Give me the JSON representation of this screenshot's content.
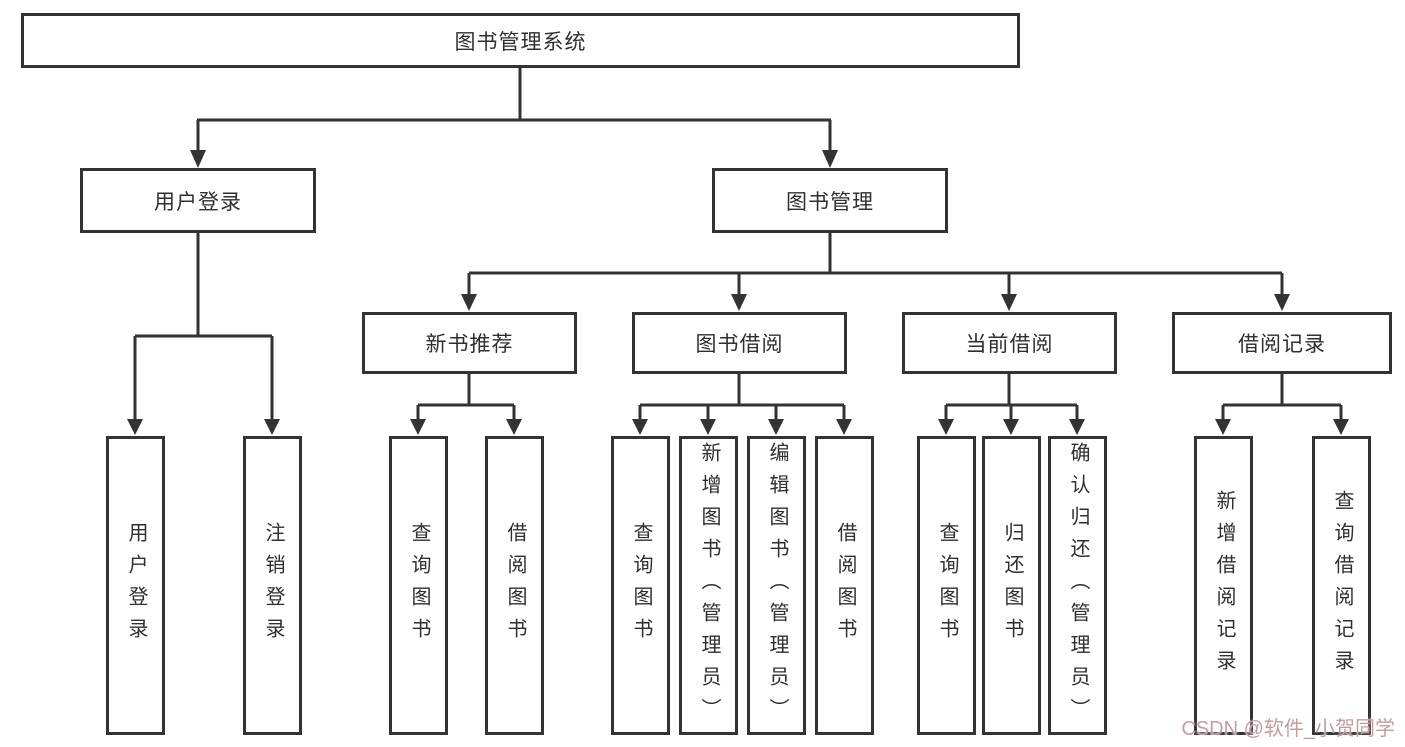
{
  "colors": {
    "line": "#333333",
    "text": "#2f2f2f",
    "box_background": "#ffffff",
    "watermark": "#c59d9d"
  },
  "watermark": {
    "text": "CSDN @软件_小贺同学"
  },
  "tree": {
    "label": "图书管理系统",
    "children": [
      {
        "label": "用户登录",
        "children": [
          {
            "label": "用户登录"
          },
          {
            "label": "注销登录"
          }
        ]
      },
      {
        "label": "图书管理",
        "children": [
          {
            "label": "新书推荐",
            "children": [
              {
                "label": "查询图书"
              },
              {
                "label": "借阅图书"
              }
            ]
          },
          {
            "label": "图书借阅",
            "children": [
              {
                "label": "查询图书"
              },
              {
                "label": "新增图书（管理员）"
              },
              {
                "label": "编辑图书（管理员）"
              },
              {
                "label": "借阅图书"
              }
            ]
          },
          {
            "label": "当前借阅",
            "children": [
              {
                "label": "查询图书"
              },
              {
                "label": "归还图书"
              },
              {
                "label": "确认归还（管理员）"
              }
            ]
          },
          {
            "label": "借阅记录",
            "children": [
              {
                "label": "新增借阅记录"
              },
              {
                "label": "查询借阅记录"
              }
            ]
          }
        ]
      }
    ]
  }
}
